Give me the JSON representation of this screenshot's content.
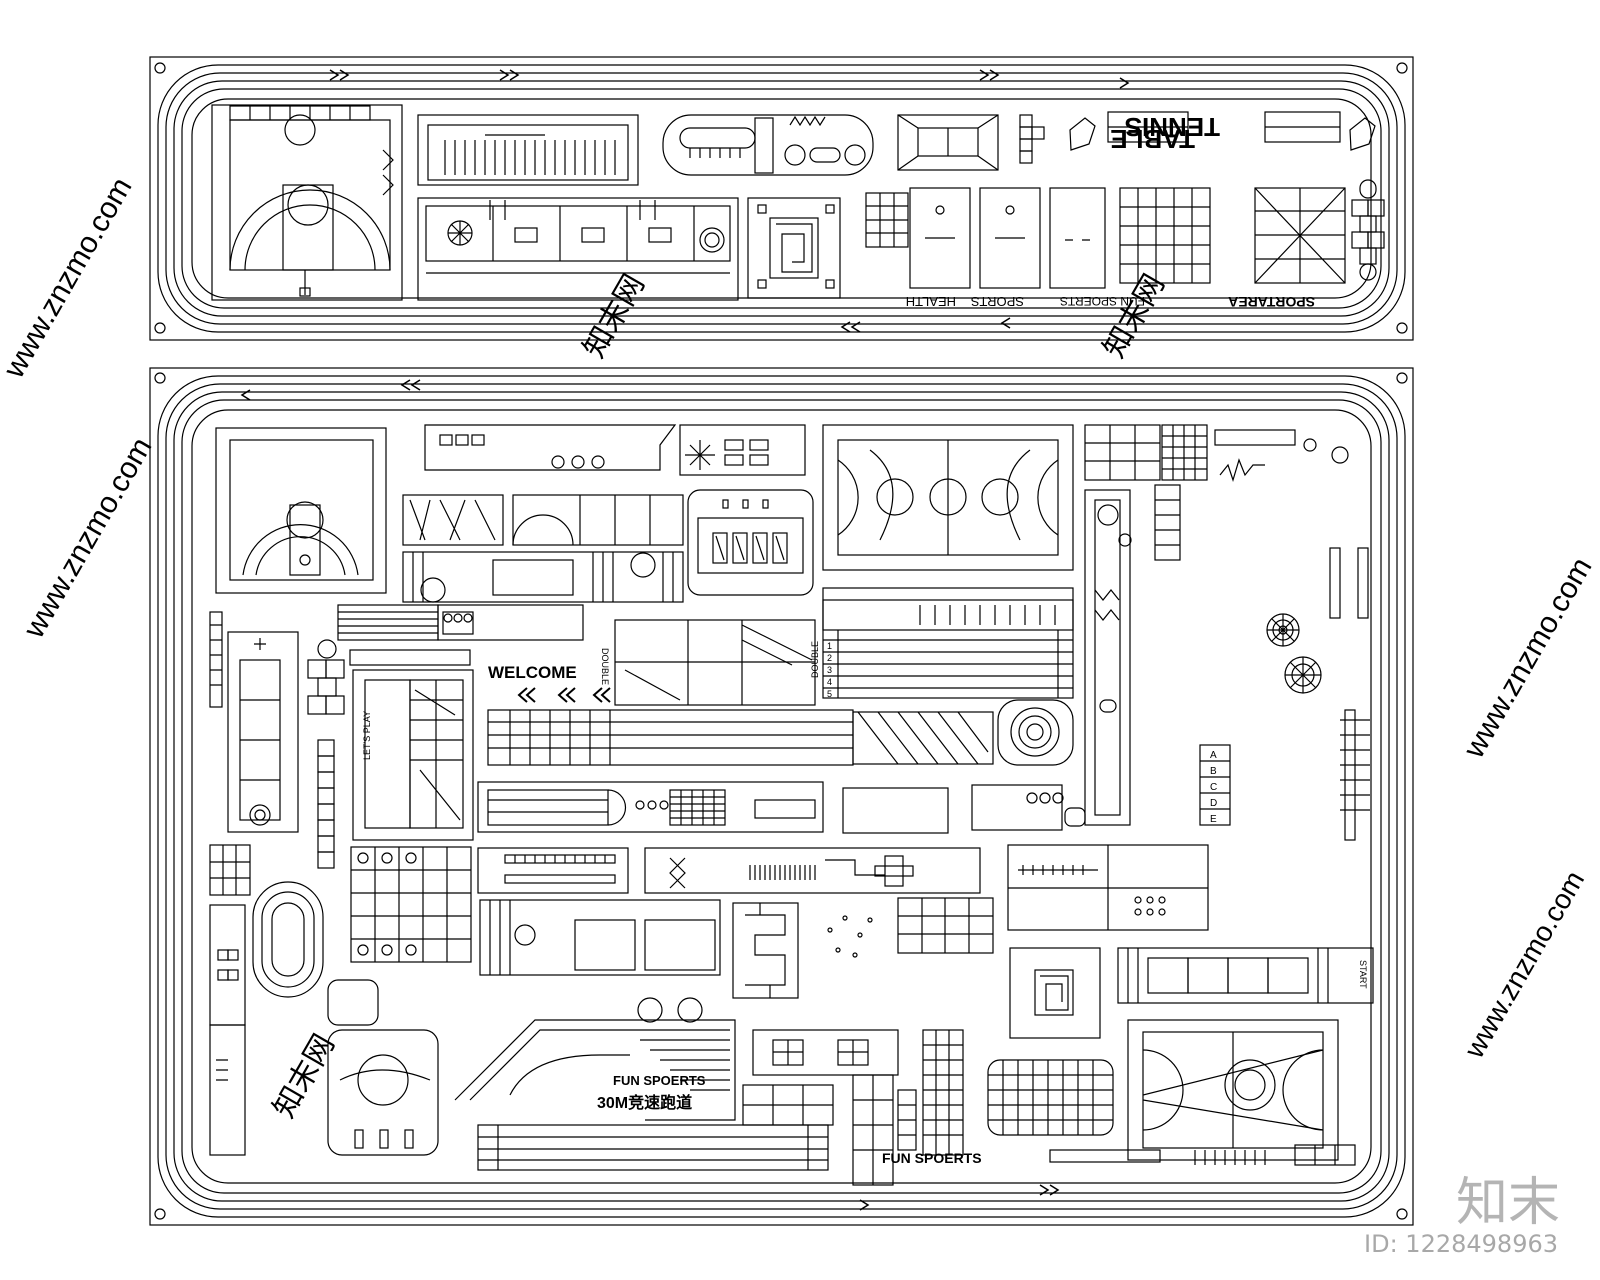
{
  "top_plan": {
    "labels": {
      "table": "TABLE",
      "tennis": "TENNIS",
      "health": "HEALTH",
      "sports": "SPORTS",
      "fun_spoerts": "FUN SPOERTS",
      "sportarea": "SPORTAREA"
    }
  },
  "bottom_plan": {
    "labels": {
      "welcome": "WELCOME",
      "double_left": "DOUBLE",
      "double_right": "DOUBLE",
      "lets_play": "LET'S PLAY",
      "fun_spoerts_track": "FUN SPOERTS",
      "sprint_30m": "30M竞速跑道",
      "fun_spoerts_bottom": "FUN SPOERTS",
      "start": "START",
      "lanes": [
        "1",
        "2",
        "3",
        "4",
        "5"
      ],
      "letters": [
        "A",
        "B",
        "C",
        "D",
        "E"
      ]
    }
  },
  "watermarks": {
    "site": "www.znzmo.com",
    "brand": "知末网",
    "corner_logo": "知末",
    "id_text": "ID: 1228498963"
  },
  "colors": {
    "line": "#000000",
    "background": "#ffffff",
    "watermark": "#c8c8c8"
  }
}
